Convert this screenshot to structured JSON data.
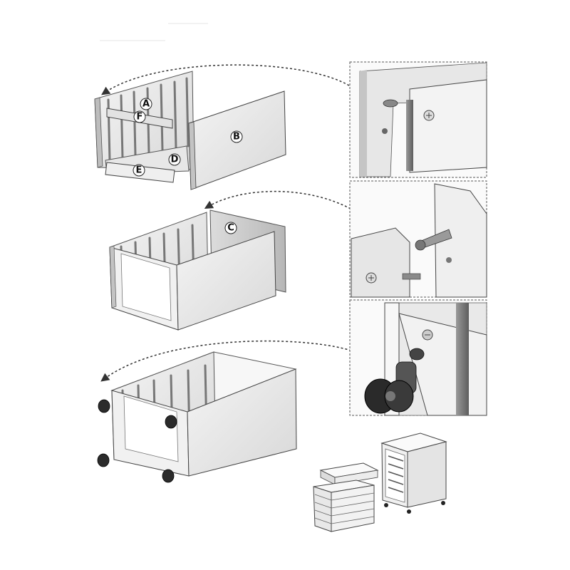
{
  "part_labels": {
    "a": "A",
    "b": "B",
    "c": "C",
    "d": "D",
    "e": "E",
    "f": "F"
  },
  "colors": {
    "panel_face": "#ececec",
    "panel_side": "#c9c9c9",
    "panel_top": "#f6f6f6",
    "rail": "#8a8a8a",
    "caster": "#2a2a2a",
    "detail_border": "#555555",
    "arrow": "#333333"
  },
  "icons": [
    "curved-arrow-icon",
    "screw-icon",
    "cam-dowel-icon",
    "caster-wheel-icon"
  ]
}
